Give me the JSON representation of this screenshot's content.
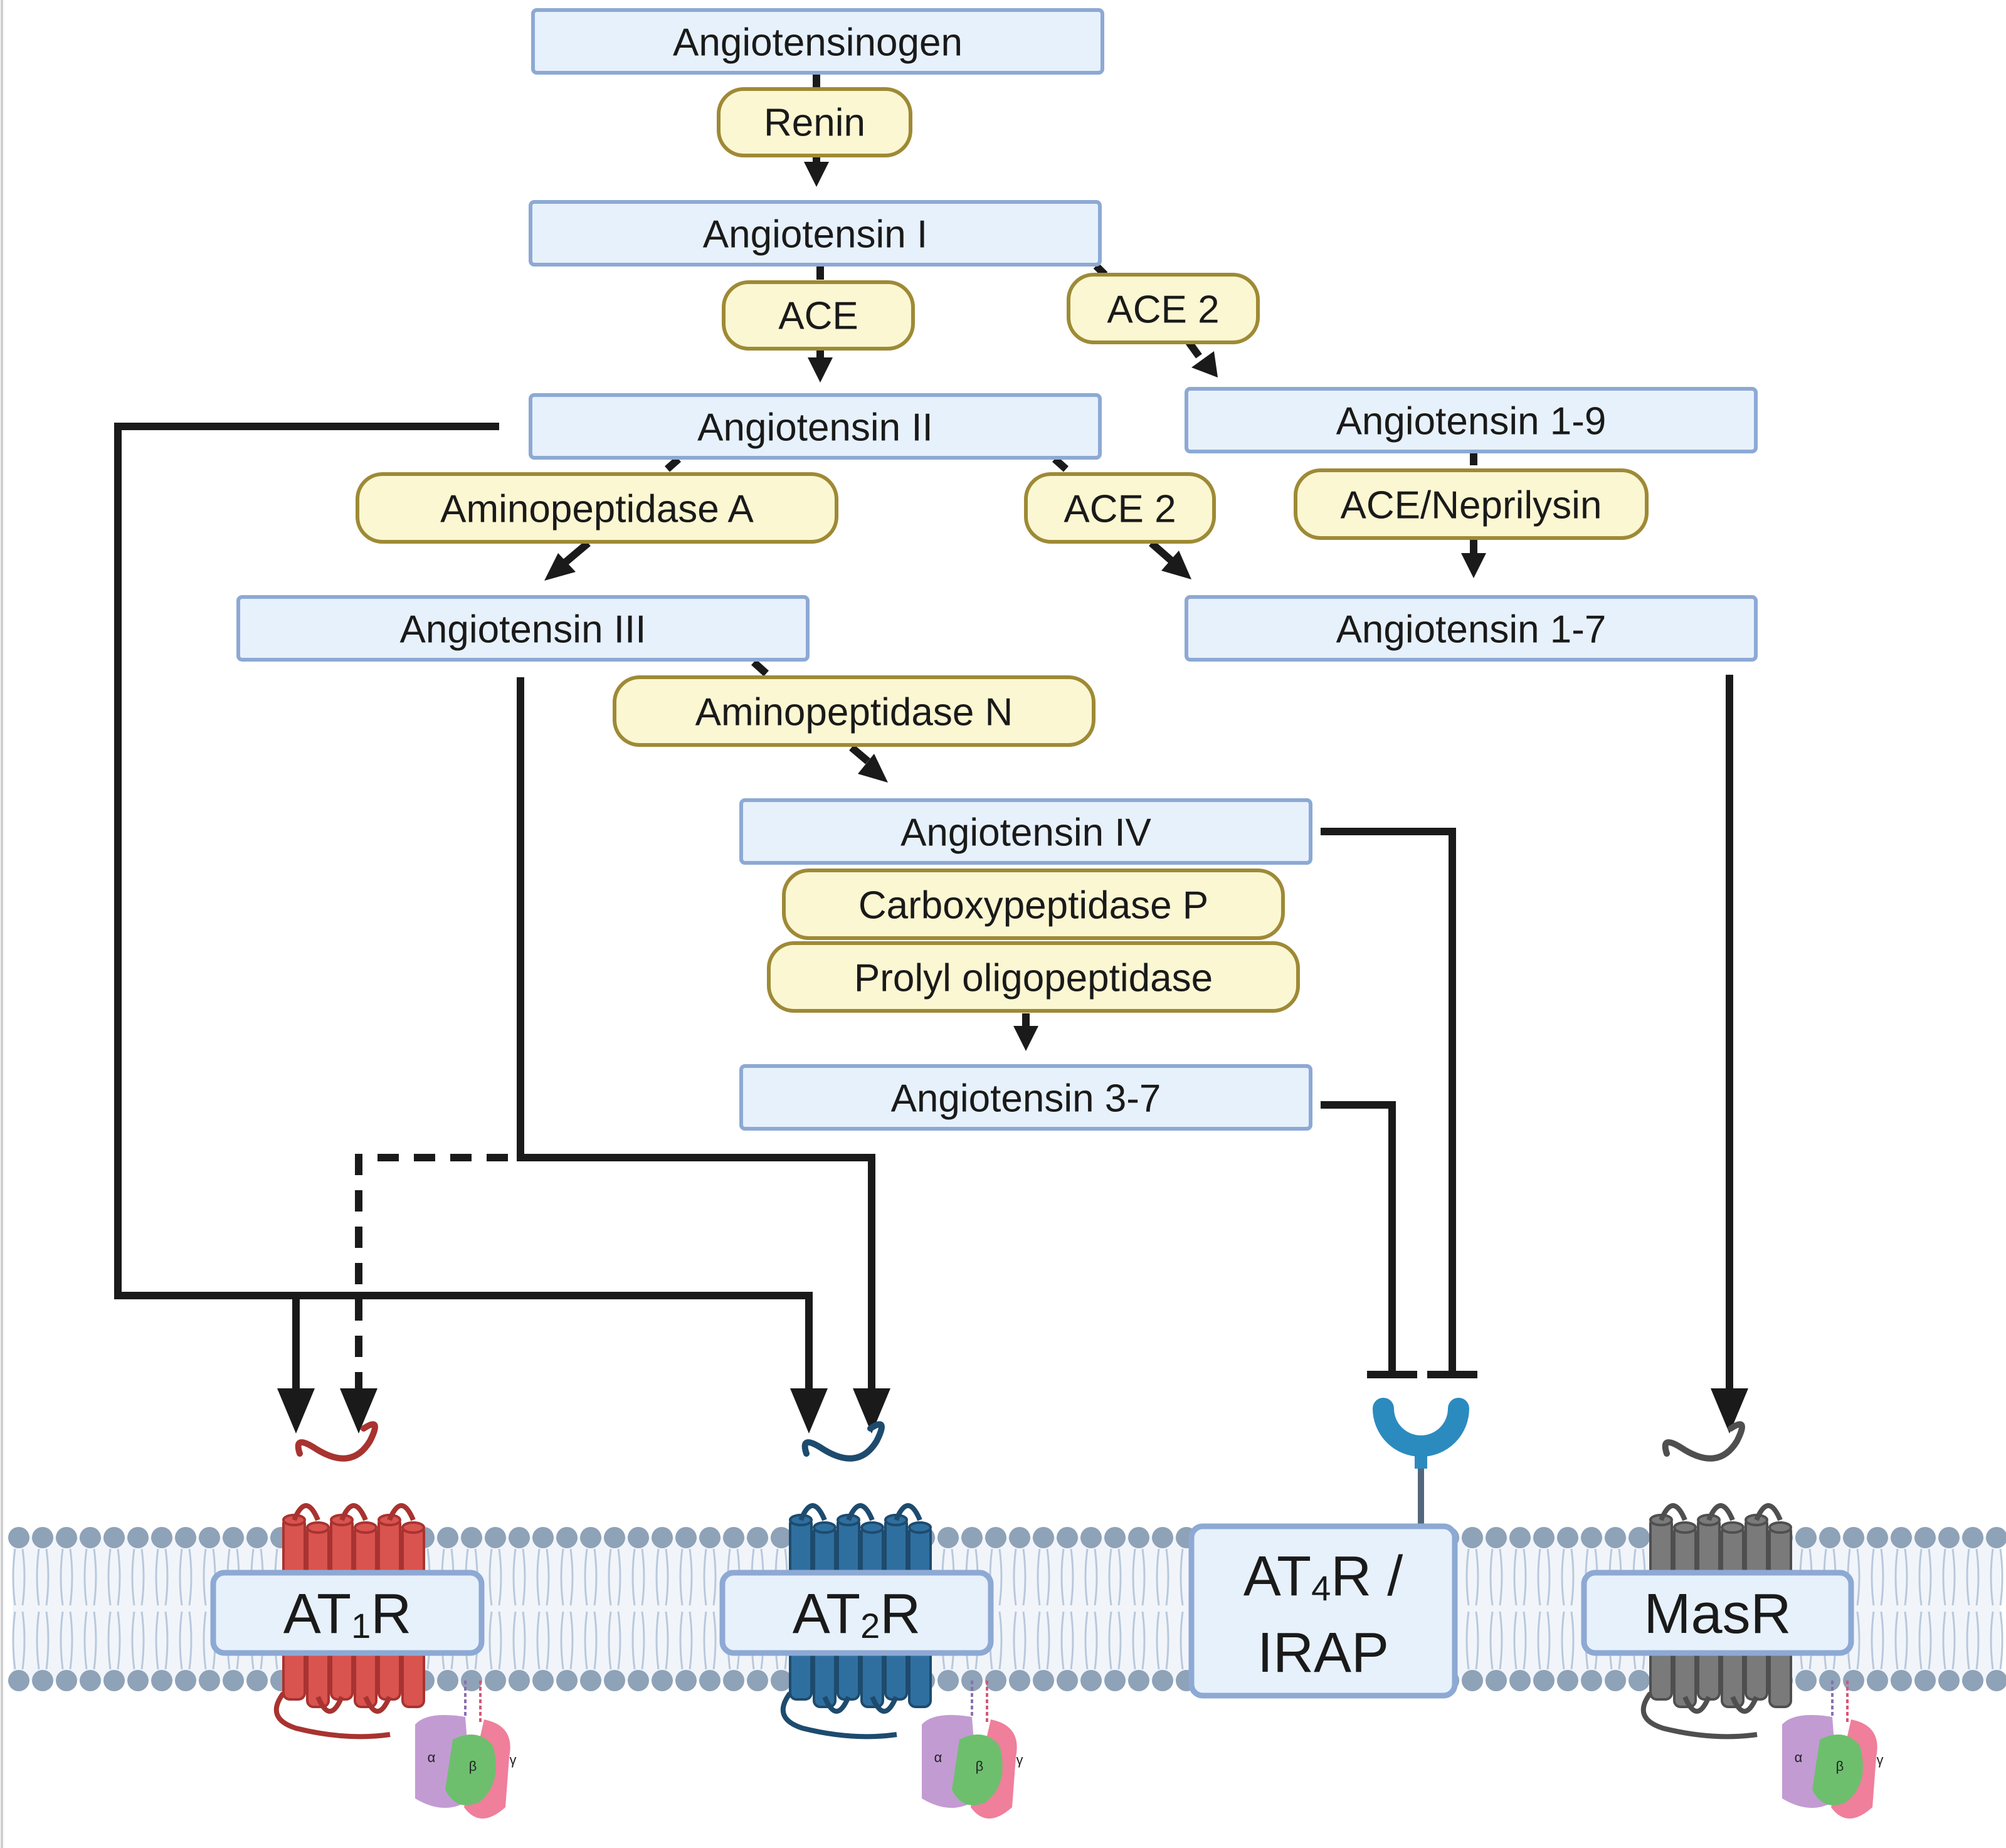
{
  "peptides": {
    "angiotensinogen": "Angiotensinogen",
    "ang_i": "Angiotensin I",
    "ang_ii": "Angiotensin II",
    "ang_iii": "Angiotensin III",
    "ang_iv": "Angiotensin IV",
    "ang_3_7": "Angiotensin 3-7",
    "ang_1_9": "Angiotensin 1-9",
    "ang_1_7": "Angiotensin 1-7"
  },
  "enzymes": {
    "renin": "Renin",
    "ace": "ACE",
    "ace2_top": "ACE 2",
    "aminopeptidase_a": "Aminopeptidase A",
    "ace2_mid": "ACE 2",
    "ace_neprilysin": "ACE/Neprilysin",
    "aminopeptidase_n": "Aminopeptidase N",
    "carboxypeptidase_p": "Carboxypeptidase P",
    "prolyl_oligopeptidase": "Prolyl oligopeptidase"
  },
  "receptors": {
    "at1r": {
      "pre": "AT",
      "sub": "1",
      "post": "R"
    },
    "at2r": {
      "pre": "AT",
      "sub": "2",
      "post": "R"
    },
    "at4r": {
      "pre": "AT",
      "sub": "4",
      "post": "R /",
      "line2": "IRAP"
    },
    "masr": "MasR"
  },
  "g_protein_subunits": {
    "alpha": "α",
    "beta": "β",
    "gamma": "γ"
  },
  "colors": {
    "peptide_fill": "#e7f1fb",
    "peptide_border": "#8da9d4",
    "enzyme_fill": "#fbf7d2",
    "enzyme_border": "#9e8a36",
    "at1r_color": "#d9534f",
    "at2r_color": "#2f6f9f",
    "masr_color": "#7a7a7a",
    "at4r_ligand_cup": "#2b8bbf",
    "membrane_head": "#8ea2b8",
    "g_alpha": "#c39bd3",
    "g_beta": "#6dbf6d",
    "g_gamma": "#ef7f9b"
  }
}
